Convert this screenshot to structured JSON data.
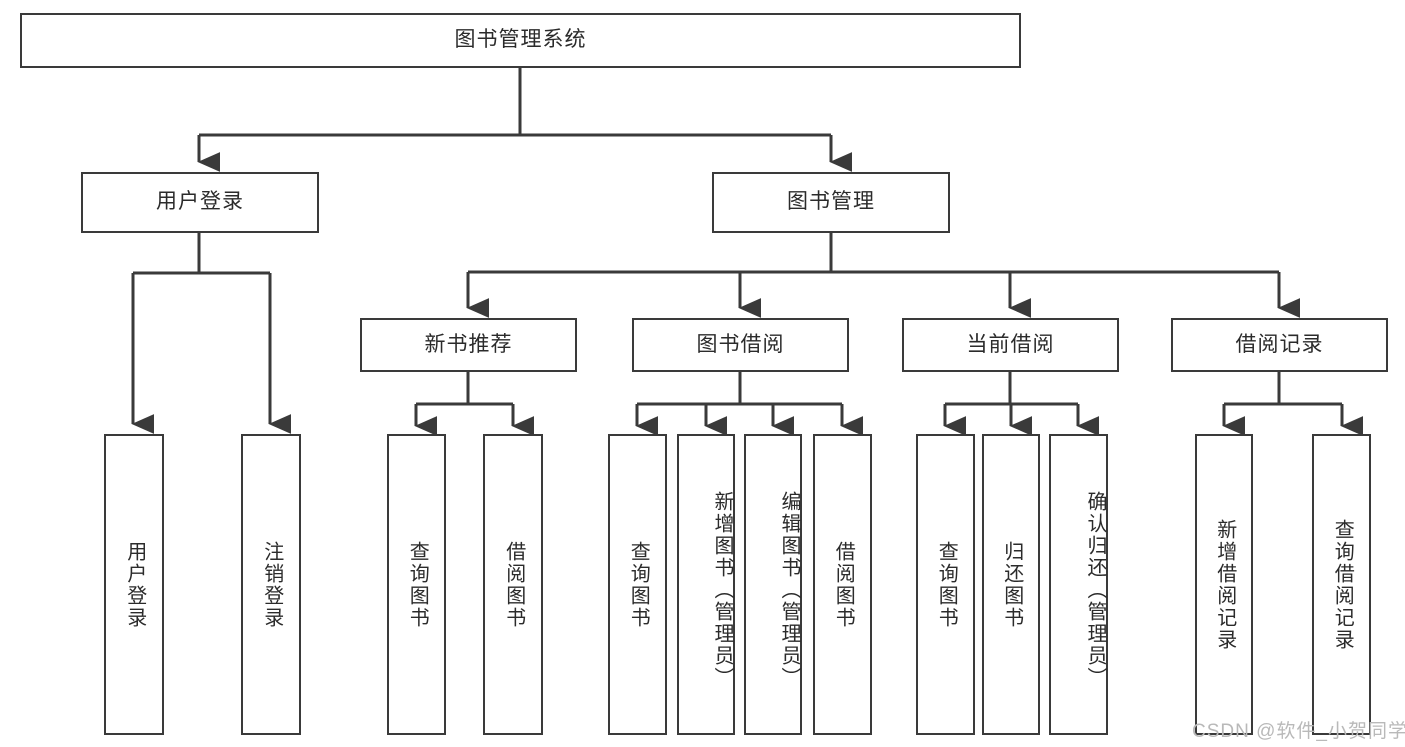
{
  "diagram": {
    "type": "tree-hierarchy-chart",
    "title": "图书管理系统",
    "colors": {
      "stroke": "#3a3a3a",
      "text": "#2b2b2b",
      "background": "#ffffff",
      "watermark": "#b9b9b9"
    },
    "root": {
      "label": "图书管理系统"
    },
    "level2": [
      {
        "label": "用户登录"
      },
      {
        "label": "图书管理"
      }
    ],
    "level3": [
      {
        "label": "新书推荐"
      },
      {
        "label": "图书借阅"
      },
      {
        "label": "当前借阅"
      },
      {
        "label": "借阅记录"
      }
    ],
    "leaves": {
      "user_login": [
        {
          "label": "用户登录"
        },
        {
          "label": "注销登录"
        }
      ],
      "new_book_recommend": [
        {
          "label": "查询图书"
        },
        {
          "label": "借阅图书"
        }
      ],
      "book_borrow": [
        {
          "label": "查询图书"
        },
        {
          "label": "新增图书（管理员）"
        },
        {
          "label": "编辑图书（管理员）"
        },
        {
          "label": "借阅图书"
        }
      ],
      "current_borrow": [
        {
          "label": "查询图书"
        },
        {
          "label": "归还图书"
        },
        {
          "label": "确认归还（管理员）"
        }
      ],
      "borrow_record": [
        {
          "label": "新增借阅记录"
        },
        {
          "label": "查询借阅记录"
        }
      ]
    }
  },
  "watermark": {
    "text": "CSDN @软件_小贺同学"
  }
}
